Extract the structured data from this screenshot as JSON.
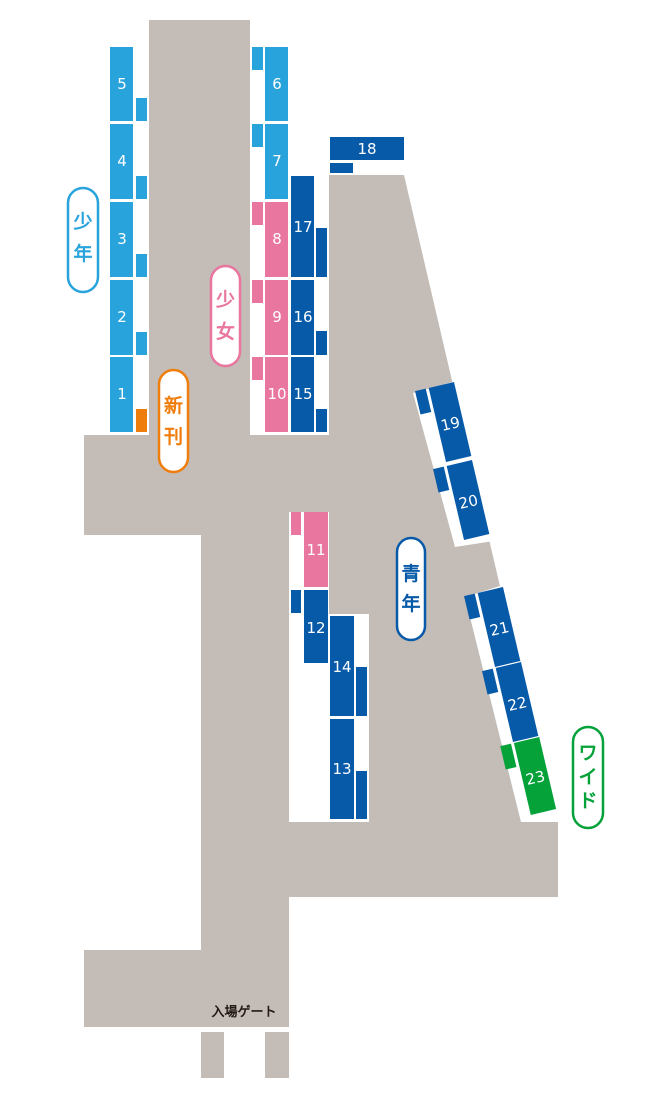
{
  "colors": {
    "floor": "#c4bcb6",
    "shonen": "#29a3dc",
    "shojo": "#e9769f",
    "shinkan": "#ef7d0b",
    "seinen": "#075aa8",
    "wide": "#05a23a"
  },
  "stalls": [
    "1",
    "2",
    "3",
    "4",
    "5",
    "6",
    "7",
    "8",
    "9",
    "10",
    "11",
    "12",
    "13",
    "14",
    "15",
    "16",
    "17",
    "18",
    "19",
    "20",
    "21",
    "22",
    "23"
  ],
  "sections": {
    "shonen": [
      "少",
      "年"
    ],
    "shojo": [
      "少",
      "女"
    ],
    "shinkan": [
      "新",
      "刊"
    ],
    "seinen": [
      "青",
      "年"
    ],
    "wide": [
      "ワ",
      "イ",
      "ド"
    ]
  },
  "gate_label": "入場ゲート"
}
